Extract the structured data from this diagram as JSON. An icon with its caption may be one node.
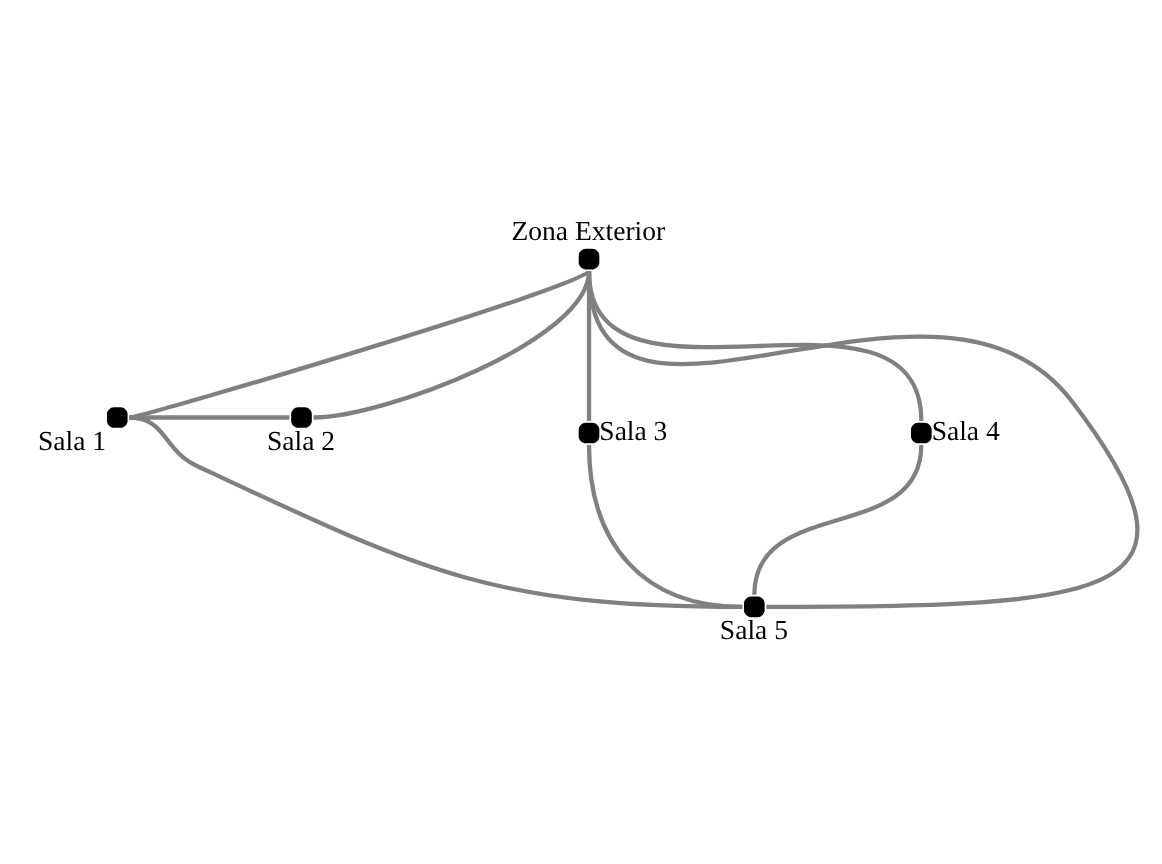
{
  "diagram": {
    "nodes": [
      {
        "text": [
          "Zona Exterior"
        ]
      },
      {
        "text": [
          "Sala 1"
        ]
      },
      {
        "text": [
          "Sala 2"
        ]
      },
      {
        "text": [
          "Sala 3"
        ]
      },
      {
        "text": [
          "Sala 4"
        ]
      },
      {
        "text": [
          "Sala 5"
        ]
      }
    ],
    "edges": [
      {
        "from": 0,
        "to": 1,
        "arrow": "none"
      },
      {
        "from": 0,
        "to": 2,
        "arrow": "none"
      },
      {
        "from": 0,
        "to": 3,
        "arrow": "none"
      },
      {
        "from": 0,
        "to": 4,
        "arrow": "none"
      },
      {
        "from": 0,
        "to": 5,
        "arrow": "none"
      },
      {
        "from": 1,
        "to": 2,
        "arrow": "none"
      },
      {
        "from": 1,
        "to": 5,
        "arrow": "none"
      },
      {
        "from": 3,
        "to": 5,
        "arrow": "none"
      },
      {
        "from": 4,
        "to": 5,
        "arrow": "none"
      }
    ]
  }
}
